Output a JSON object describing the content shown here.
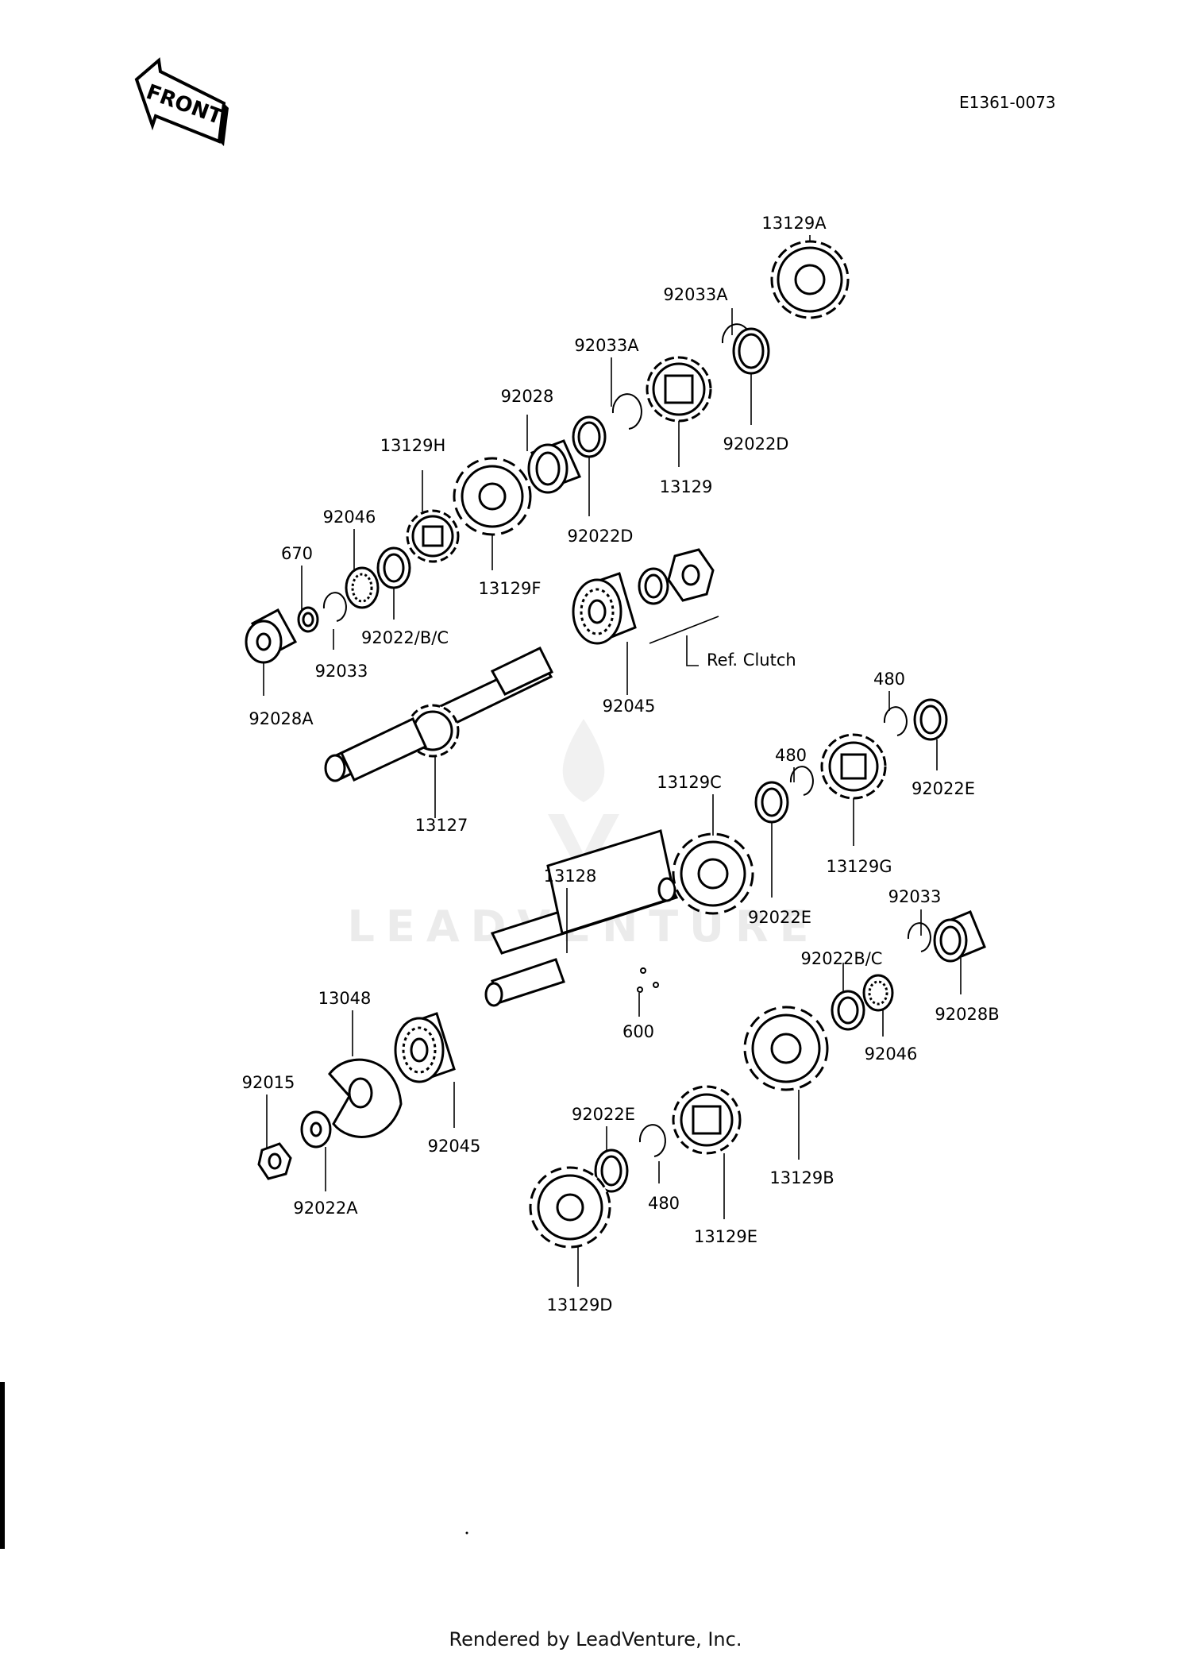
{
  "diagram_code": "E1361-0073",
  "front_label": "FRONT",
  "watermark": "LEADVENTURE",
  "ref_note": "Ref. Clutch",
  "footer": "Rendered by LeadVenture, Inc.",
  "labels": {
    "p13129A": "13129A",
    "p92033A_1": "92033A",
    "p92033A_2": "92033A",
    "p92028": "92028",
    "p13129H": "13129H",
    "p92046_1": "92046",
    "p670": "670",
    "p92022D_1": "92022D",
    "p92022D_2": "92022D",
    "p13129": "13129",
    "p13129F": "13129F",
    "p92022BC_1": "92022/B/C",
    "p92033_1": "92033",
    "p92028A": "92028A",
    "p92045_1": "92045",
    "p13127": "13127",
    "p480_1": "480",
    "p480_2": "480",
    "p92022E_1": "92022E",
    "p13129C": "13129C",
    "p13129G": "13129G",
    "p13128": "13128",
    "p92022E_2": "92022E",
    "p92033_2": "92033",
    "p92022BC_2": "92022B/C",
    "p92028B": "92028B",
    "p92046_2": "92046",
    "p600": "600",
    "p13048": "13048",
    "p92015": "92015",
    "p92045_2": "92045",
    "p92022A": "92022A",
    "p92022E_3": "92022E",
    "p480_3": "480",
    "p13129E": "13129E",
    "p13129B": "13129B",
    "p13129D": "13129D"
  }
}
